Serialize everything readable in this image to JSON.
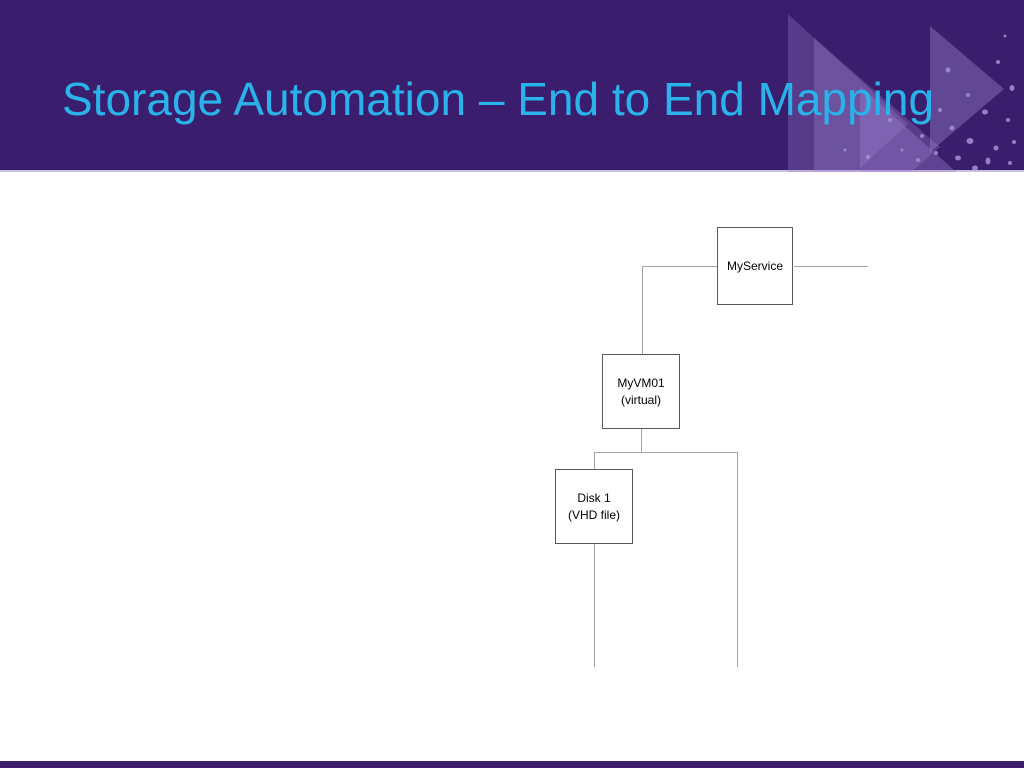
{
  "slide": {
    "title": "Storage Automation – End to End Mapping",
    "colors": {
      "header_bg": "#3a1d6c",
      "title_text": "#29b3ea",
      "footer_bar": "#3a1d6c",
      "connector": "#a3a3a3",
      "box_border": "#595959",
      "triangle_accent": "#9b82cf"
    },
    "header": {
      "decoration": "forward-triangles-and-speckles"
    }
  },
  "diagram": {
    "nodes": [
      {
        "id": "myservice",
        "line1": "MyService",
        "line2": ""
      },
      {
        "id": "myvm01",
        "line1": "MyVM01",
        "line2": "(virtual)"
      },
      {
        "id": "disk1",
        "line1": "Disk 1",
        "line2": "(VHD file)"
      }
    ]
  }
}
